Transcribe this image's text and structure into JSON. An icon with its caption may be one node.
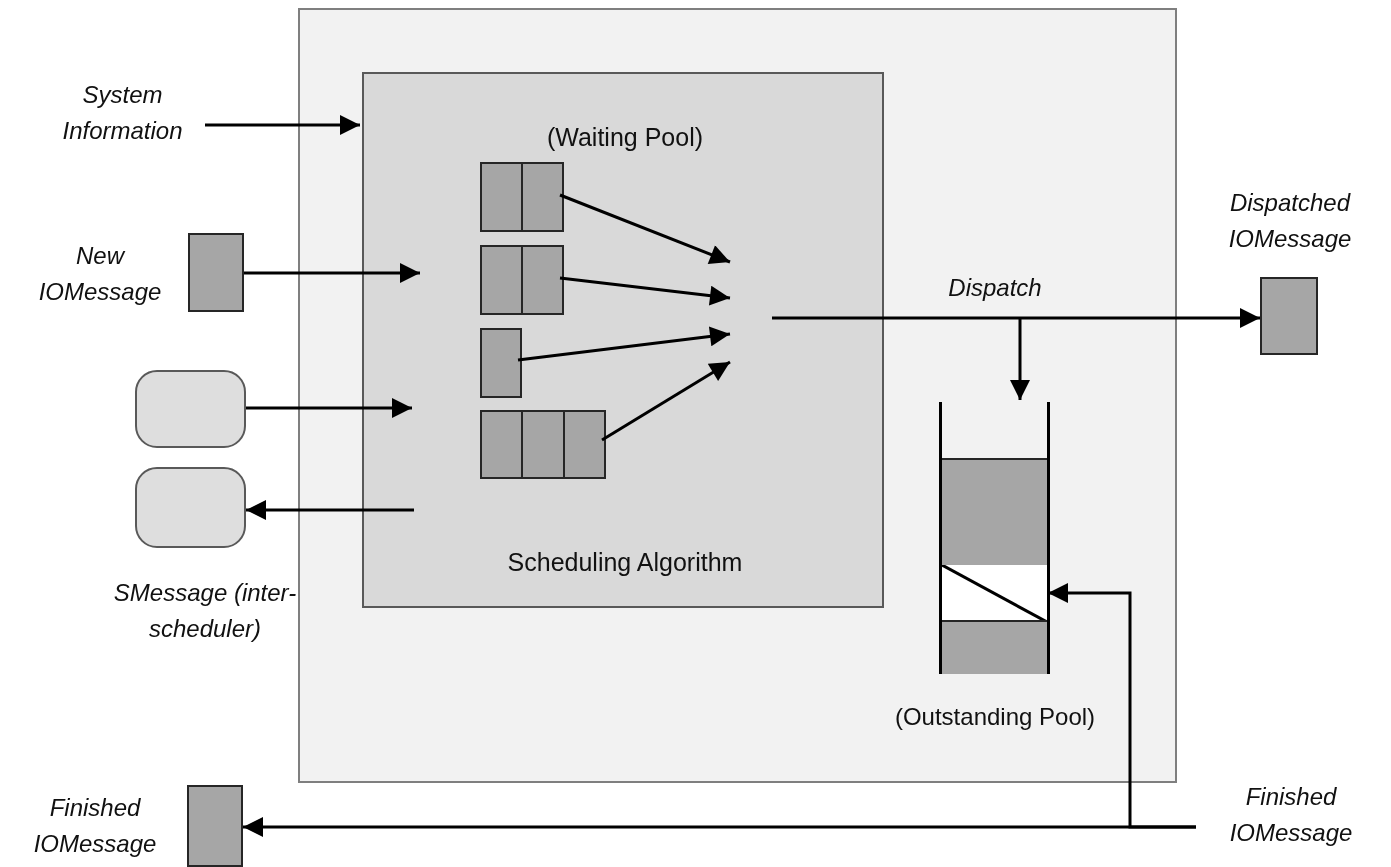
{
  "diagram": {
    "nodes": [
      {
        "text": [],
        "shape": "box"
      },
      {
        "text": [
          "(Waiting Pool)",
          "Scheduling Algorithm"
        ],
        "in": 0
      },
      {
        "text": [],
        "shape": "box",
        "in": 1
      },
      {
        "text": [],
        "shape": "box",
        "in": 1
      },
      {
        "text": [],
        "shape": "box",
        "in": 1
      },
      {
        "text": [],
        "shape": "box",
        "in": 1
      },
      {
        "text": [],
        "shape": "box",
        "in": 0,
        "beside": [
          "(Outstanding Pool)"
        ]
      },
      {
        "text": [
          "System Information"
        ]
      },
      {
        "text": [],
        "shape": "box",
        "beside": [
          "New IOMessage"
        ]
      },
      {
        "text": [],
        "shape": "box"
      },
      {
        "text": [],
        "shape": "box",
        "beside": [
          "SMessage (inter-scheduler)"
        ]
      },
      {
        "text": [],
        "shape": "box",
        "beside": [
          "Dispatched IOMessage"
        ]
      },
      {
        "text": [],
        "shape": "box",
        "beside": [
          "Finished IOMessage"
        ]
      },
      {
        "text": [
          "Finished IOMessage"
        ]
      }
    ],
    "edges": [
      {
        "from": 7,
        "to": 1,
        "arrow": "to"
      },
      {
        "from": 8,
        "to": null,
        "arrow": "to"
      },
      {
        "from": 9,
        "to": null,
        "arrow": "to"
      },
      {
        "from": null,
        "to": 10,
        "arrow": "to"
      },
      {
        "from": 2,
        "to": null,
        "arrow": "to"
      },
      {
        "from": 3,
        "to": null,
        "arrow": "to"
      },
      {
        "from": 4,
        "to": null,
        "arrow": "to"
      },
      {
        "from": 5,
        "to": null,
        "arrow": "to"
      },
      {
        "from": null,
        "to": 11,
        "arrow": "to",
        "label": "Dispatch"
      },
      {
        "from": null,
        "to": 6,
        "arrow": "to"
      },
      {
        "from": 13,
        "to": 12,
        "arrow": "to"
      },
      {
        "from": 13,
        "to": 6,
        "arrow": "to"
      }
    ]
  }
}
